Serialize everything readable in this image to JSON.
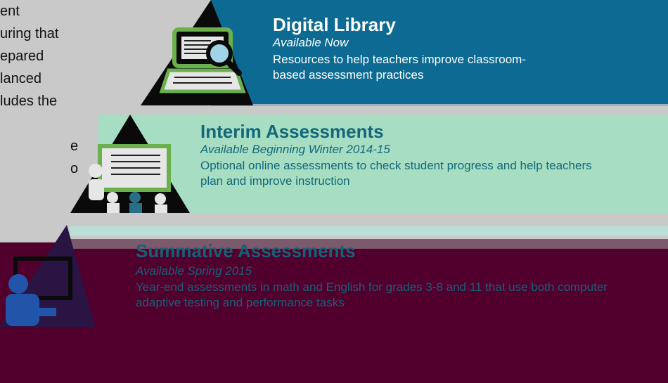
{
  "intro": {
    "lines": [
      "ent",
      "uring that",
      "epared",
      "lanced",
      "ludes the",
      "",
      "e",
      "o"
    ]
  },
  "tiers": [
    {
      "title": "Digital Library",
      "availability": "Available Now",
      "description": "Resources to help teachers improve classroom-based assessment practices",
      "icon": "laptop-magnifier-icon",
      "color": "#0c6a93"
    },
    {
      "title": "Interim Assessments",
      "availability": "Available Beginning Winter 2014-15",
      "description": "Optional online assessments to check student progress and help teachers plan and improve instruction",
      "icon": "teacher-classroom-icon",
      "color": "#a7dec3"
    },
    {
      "title": "Summative Assessments",
      "availability": "Available Spring 2015",
      "description": "Year-end assessments in math and English for grades 3-8 and 11 that use both computer adaptive testing and performance tasks",
      "icon": "student-computer-icon",
      "color": "#51002e"
    }
  ]
}
